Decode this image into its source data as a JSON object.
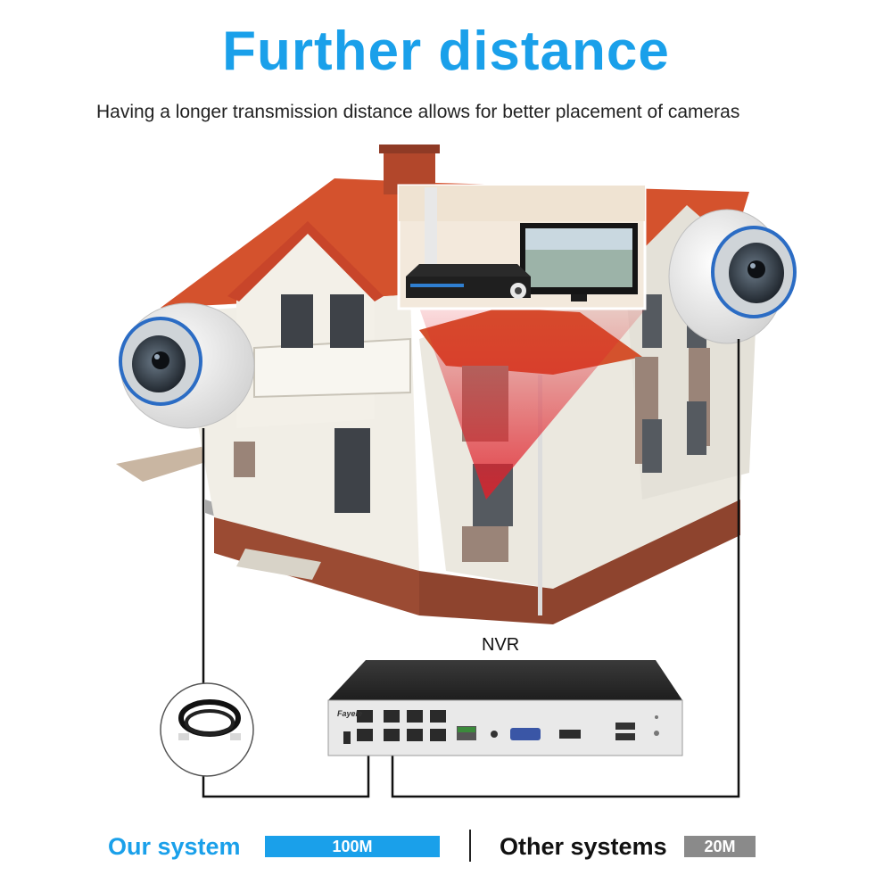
{
  "header": {
    "title": "Further distance",
    "subtitle": "Having a longer transmission distance allows for better placement of cameras"
  },
  "diagram": {
    "nvr_label": "NVR",
    "nvr_brand": "Fayele"
  },
  "comparison": {
    "ours": {
      "label": "Our system",
      "value": "100M",
      "color": "#1aa0ea"
    },
    "others": {
      "label": "Other systems",
      "value": "20M",
      "color": "#8a8a8a"
    }
  }
}
